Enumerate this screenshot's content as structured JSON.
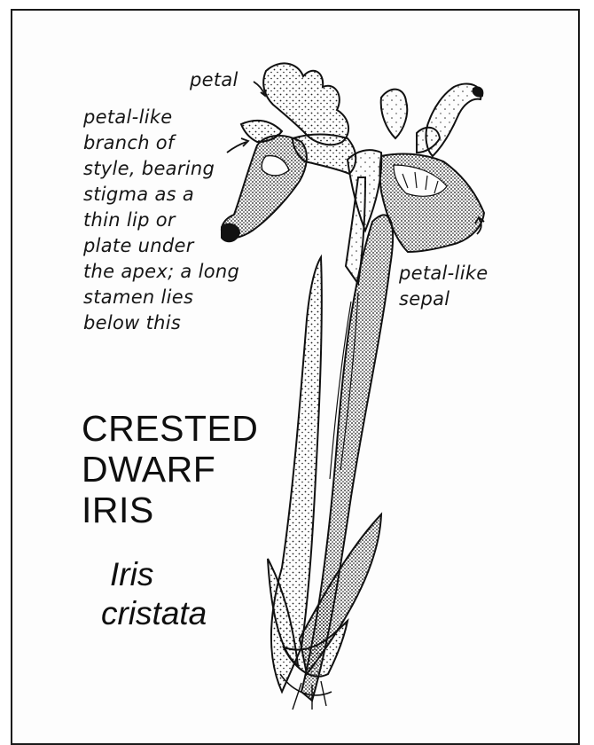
{
  "labels": {
    "petal": "petal",
    "style_branch": [
      "petal-like",
      "branch of",
      "style, bearing",
      "stigma as a",
      "thin lip or",
      "plate under",
      "the apex; a long",
      "stamen lies",
      "below this"
    ],
    "sepal": [
      "petal-like",
      "sepal"
    ]
  },
  "title": {
    "common_name": [
      "CRESTED",
      "DWARF",
      "IRIS"
    ],
    "scientific_name": [
      "Iris",
      "cristata"
    ]
  },
  "icons": [
    "iris-flower-illustration-icon"
  ],
  "colors": {
    "ink": "#111111",
    "paper": "#fdfdfd",
    "stipple": "#3a3a3a"
  }
}
